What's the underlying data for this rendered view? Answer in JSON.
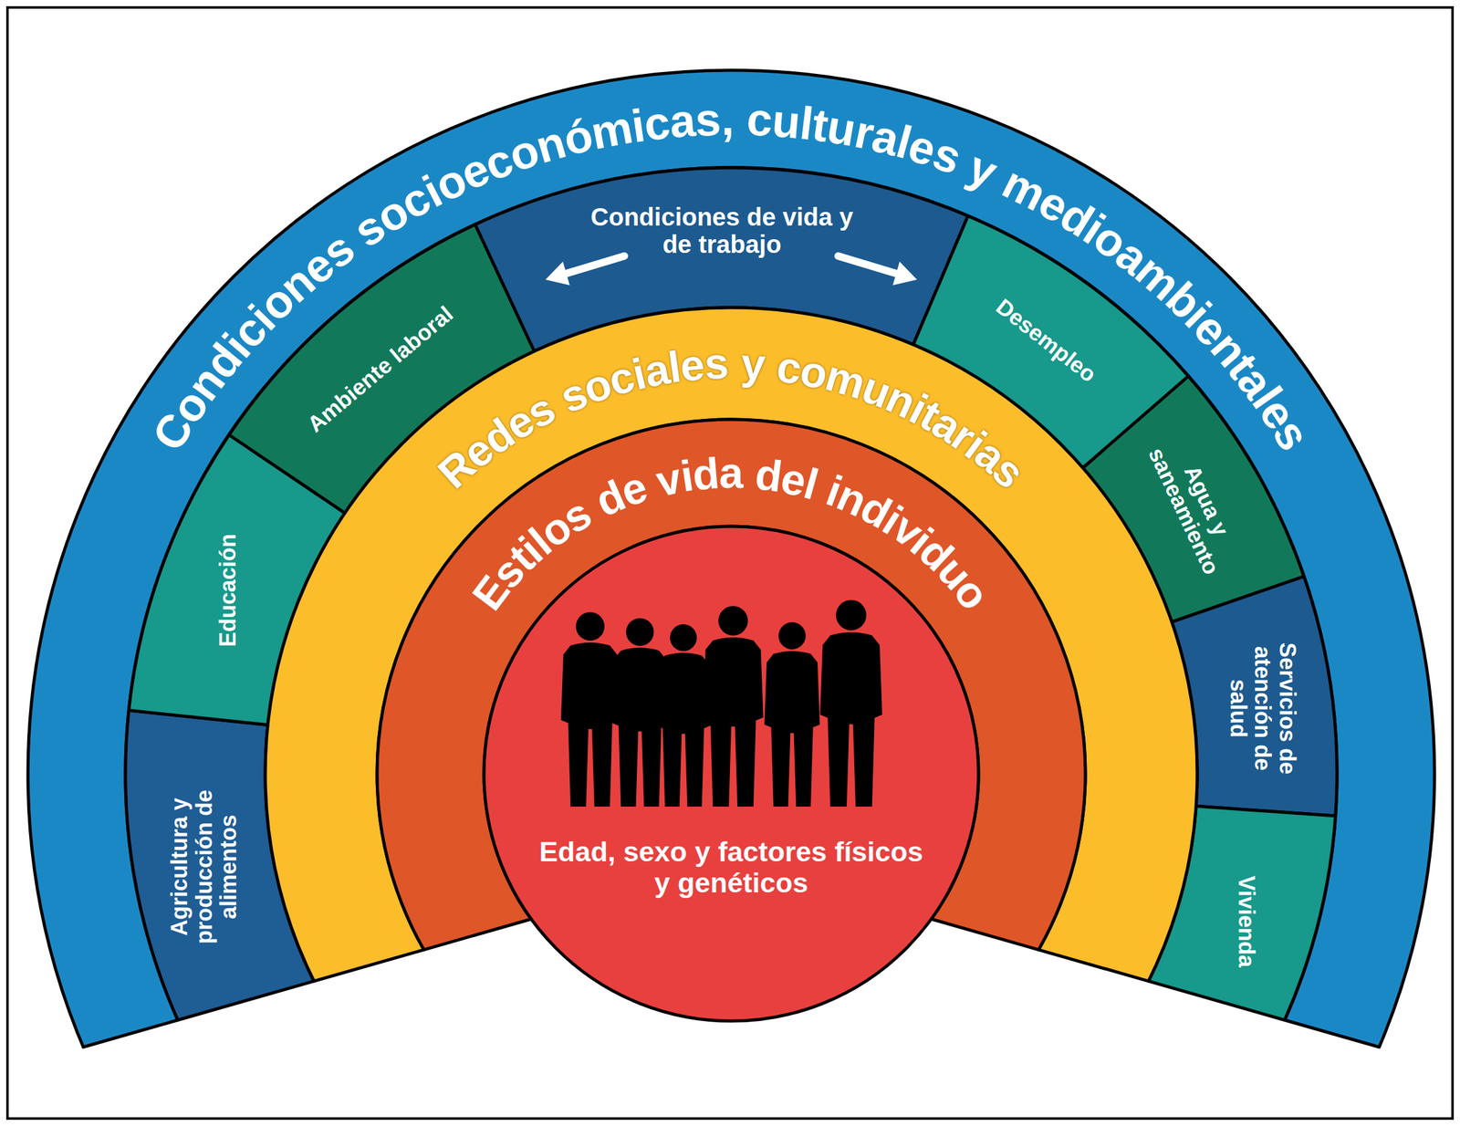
{
  "diagram": {
    "nodes": [
      {
        "text": [
          "Condiciones socioeconómicas, culturales y medioambientales"
        ]
      },
      {
        "text": [
          "Agricultura y producción de alimentos"
        ]
      },
      {
        "text": [
          "Educación"
        ]
      },
      {
        "text": [
          "Ambiente laboral"
        ]
      },
      {
        "text": [
          "Condiciones de vida y de trabajo"
        ]
      },
      {
        "text": [
          "Desempleo"
        ]
      },
      {
        "text": [
          "Agua y saneamiento"
        ]
      },
      {
        "text": [
          "Servicios de atención de salud"
        ]
      },
      {
        "text": [
          "Vivienda"
        ]
      },
      {
        "text": [
          "Redes sociales y comunitarias"
        ]
      },
      {
        "text": [
          "Estilos de vida del individuo"
        ]
      },
      {
        "text": [
          "Edad, sexo y factores físicos y genéticos"
        ]
      }
    ]
  }
}
